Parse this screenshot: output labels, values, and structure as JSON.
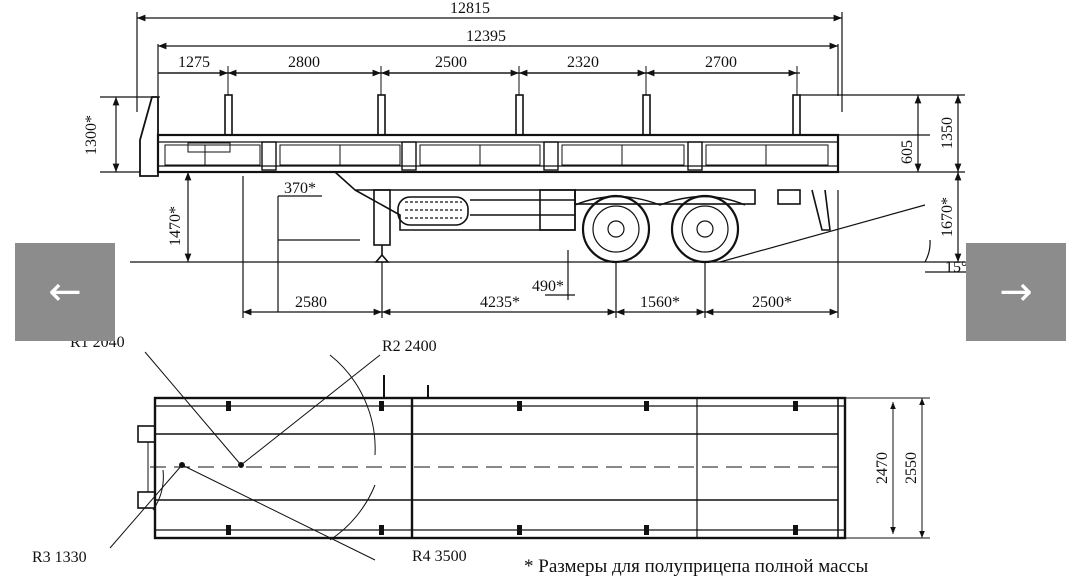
{
  "navigation": {
    "prev_icon": "←",
    "next_icon": "→"
  },
  "side_view": {
    "overall_length": "12815",
    "deck_length": "12395",
    "stake_spacing": [
      "1275",
      "2800",
      "2500",
      "2320",
      "2700"
    ],
    "front_board_height": "1300*",
    "height_605": "605",
    "height_1350": "1350",
    "deck_height_front": "1470*",
    "deck_height_rear": "1670*",
    "king_pin_offset": "370*",
    "bottom_dims": [
      "2580",
      "4235*",
      "490*",
      "1560*",
      "2500*"
    ],
    "rear_angle": "15°*"
  },
  "top_view": {
    "radii": [
      "R1 2040",
      "R2 2400",
      "R3 1330",
      "R4 3500"
    ],
    "inner_width": "2470",
    "outer_width": "2550"
  },
  "note": "* Размеры для полуприцепа полной массы"
}
